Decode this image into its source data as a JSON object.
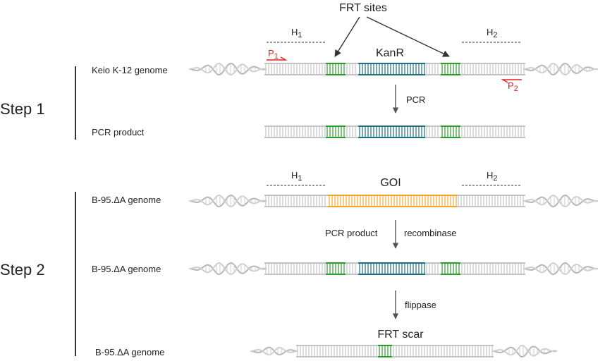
{
  "steps": {
    "step1": "Step 1",
    "step2": "Step 2"
  },
  "labels": {
    "frt_sites": "FRT sites",
    "kanr": "KanR",
    "goi": "GOI",
    "frt_scar": "FRT scar",
    "h1": "H",
    "h1_sub": "1",
    "h2": "H",
    "h2_sub": "2",
    "p1": "P",
    "p1_sub": "1",
    "p2": "P",
    "p2_sub": "2"
  },
  "rows": {
    "keio": "Keio K-12 genome",
    "pcr_product": "PCR product",
    "b95_a": "B-95.ΔA genome",
    "b95_b": "B-95.ΔA genome",
    "b95_c": "B-95.ΔA genome"
  },
  "arrows": {
    "pcr": "PCR",
    "pcr_product": "PCR product",
    "recombinase": "recombinase",
    "flippase": "flippase"
  },
  "colors": {
    "dna_gray": "#c4c4c4",
    "frt_green": "#2e9b2e",
    "kanr_teal": "#1e6f80",
    "goi_orange": "#f2a72e",
    "primer_red": "#e02020",
    "arrow_gray": "#555555"
  }
}
